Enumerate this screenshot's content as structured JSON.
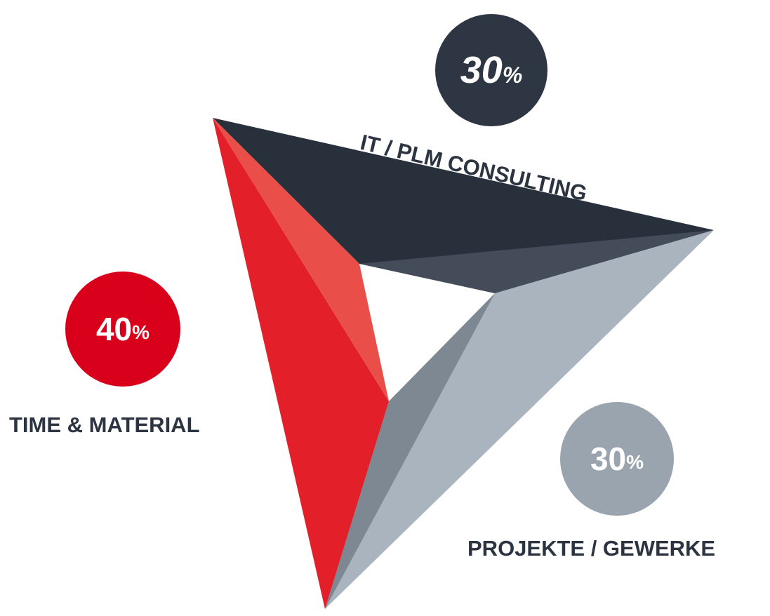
{
  "segments": [
    {
      "id": "it-plm-consulting",
      "label": "IT / PLM CONSULTING",
      "number": "30",
      "unit": "%",
      "circle_color": "#2f3643"
    },
    {
      "id": "time-material",
      "label": "TIME & MATERIAL",
      "number": "40",
      "unit": "%",
      "circle_color": "#d9001b"
    },
    {
      "id": "projekte-gewerke",
      "label": "PROJEKTE / GEWERKE",
      "number": "30",
      "unit": "%",
      "circle_color": "#9aa4ae"
    }
  ],
  "colors": {
    "label_text": "#2d3441",
    "dark_face": "#28303c",
    "dark_shade": "#444c59",
    "red_face": "#e3202a",
    "red_shade": "#ea4e48",
    "grey_face": "#aab4be",
    "grey_shade": "#7d8893"
  }
}
